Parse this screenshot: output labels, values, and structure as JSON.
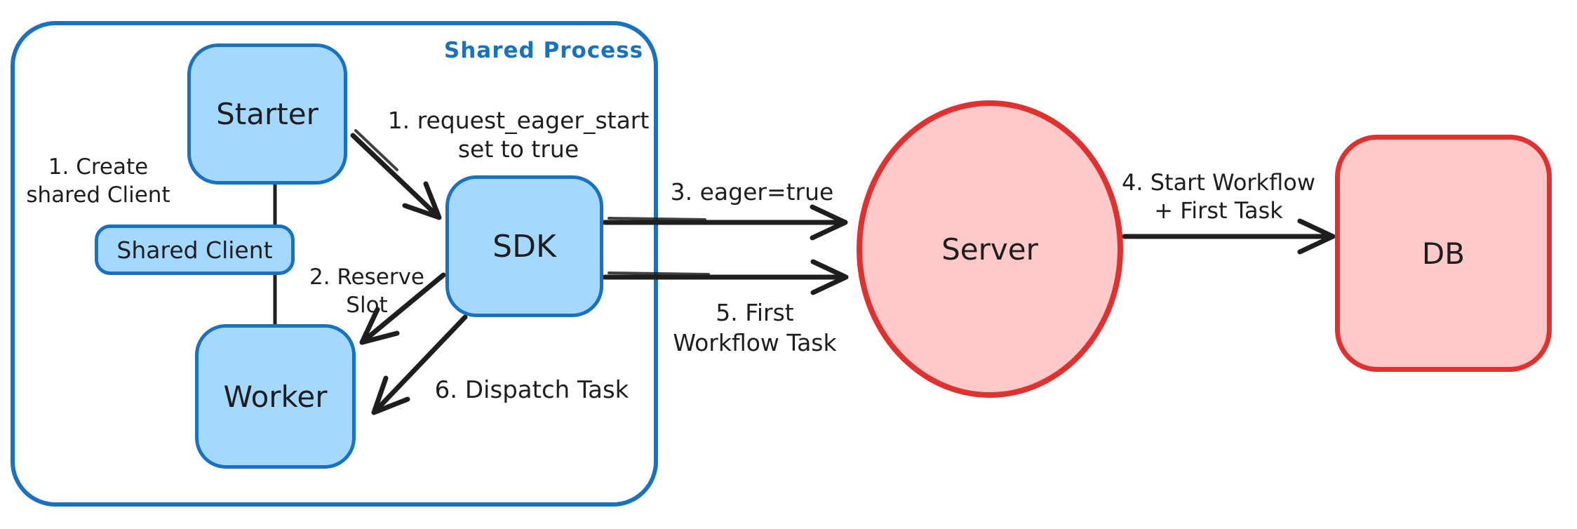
{
  "diagram": {
    "container": {
      "label": "Shared Process"
    },
    "nodes": {
      "starter": {
        "label": "Starter"
      },
      "shared_client": {
        "label": "Shared Client"
      },
      "worker": {
        "label": "Worker"
      },
      "sdk": {
        "label": "SDK"
      },
      "server": {
        "label": "Server"
      },
      "db": {
        "label": "DB"
      }
    },
    "edge_labels": {
      "create_client": "1. Create\nshared Client",
      "request_eager": "1. request_eager_start\nset to true",
      "reserve_slot": "2. Reserve\nSlot",
      "eager_true": "3. eager=true",
      "start_workflow": "4. Start Workflow\n+ First Task",
      "first_workflow_task": "5. First\nWorkflow Task",
      "dispatch_task": "6. Dispatch Task"
    },
    "colors": {
      "blue_border": "#1971c2",
      "blue_fill": "#a5d8ff",
      "red_border": "#e03131",
      "red_fill": "#ffc9c9",
      "ink": "#1e1e1e",
      "container_label": "#1971c2",
      "background": "#ffffff"
    }
  }
}
